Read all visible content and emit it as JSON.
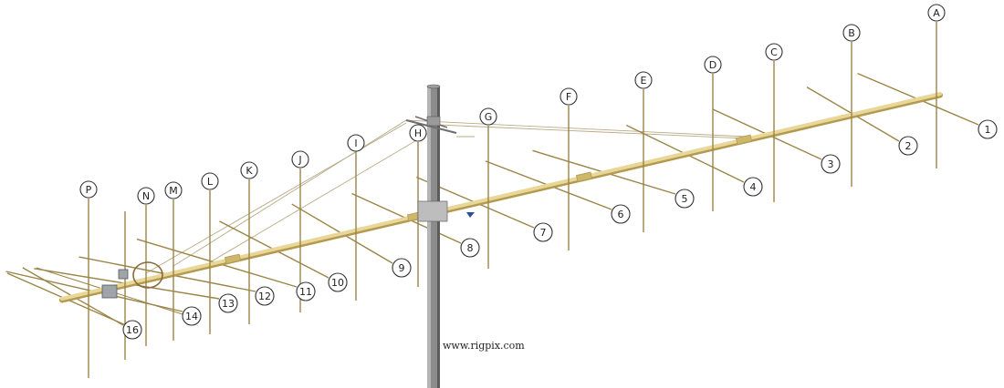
{
  "colors": {
    "boom": "#e9d79a",
    "boom_edge": "#b49a4f",
    "element": "#c9b06a",
    "element_dark": "#9a8546",
    "mast": "#8c8c8c",
    "mast_dark": "#5c5c5c",
    "guy_wire": "#b8ab86",
    "callout_stroke": "#333333",
    "background": "#ffffff"
  },
  "letter_labels": [
    "A",
    "B",
    "C",
    "D",
    "E",
    "F",
    "G",
    "H",
    "I",
    "J",
    "K",
    "L",
    "M",
    "N",
    "P"
  ],
  "number_labels": [
    "1",
    "2",
    "3",
    "4",
    "5",
    "6",
    "7",
    "8",
    "9",
    "10",
    "11",
    "12",
    "13",
    "14",
    "16"
  ],
  "watermark": "www.rigpix.com",
  "icons": {
    "mast": "mast-pole-icon",
    "boom": "boom-icon",
    "feed_point": "feed-point-icon"
  }
}
